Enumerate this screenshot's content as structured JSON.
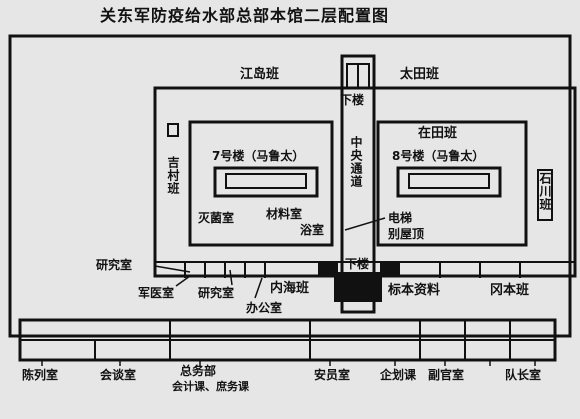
{
  "title": "关东军防疫给水部总部本馆二层配置图",
  "labels": {
    "jiangdao": "江岛班",
    "taitian": "太田班",
    "xialou_top": "下楼",
    "zaitian": "在田班",
    "jishi": "吉村班",
    "building7": "7号楼（马鲁太）",
    "building8": "8号楼（马鲁太）",
    "center": "中央通道",
    "shichuan": "石川班",
    "miejun": "灭菌室",
    "cailiao": "材料室",
    "yushi": "浴室",
    "dianti": "电梯",
    "bieliang": "别屋顶",
    "yanjiu_left": "研究室",
    "xialou_bottom": "下楼",
    "junyi": "军医室",
    "yanjiu_mid": "研究室",
    "neihai": "内海班",
    "biaoben": "标本资料",
    "gangben": "冈本班",
    "bangong": "办公室",
    "chenlie": "陈列室",
    "huitan": "会谈室",
    "zongwu": "总务部",
    "kuaiji": "会计课、庶务课",
    "anguan": "安员室",
    "qihua": "企划课",
    "fuguan": "副官室",
    "duizhang": "队长室"
  }
}
